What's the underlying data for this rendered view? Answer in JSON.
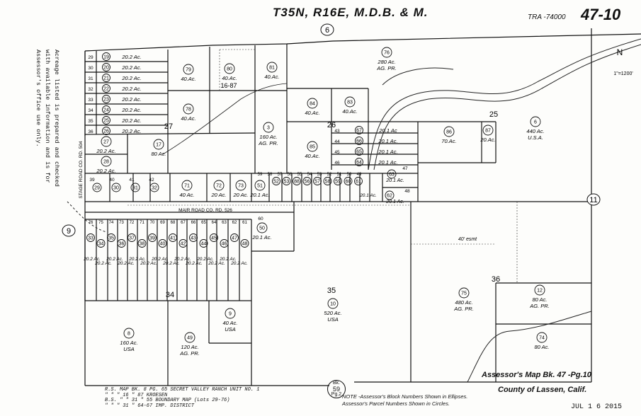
{
  "header": {
    "title": "T35N, R16E, M.D.B. & M.",
    "tra": "TRA -74000",
    "map_number": "47-10"
  },
  "side_note": [
    "Acreage listed is prepared and checked",
    "with available information and is for",
    "Assessor's office use only."
  ],
  "footer": {
    "title": "Assessor's Map Bk. 47 -Pg.10",
    "county": "County of Lassen, Calif.",
    "date": "JUL 1 6 2015",
    "notes": [
      "NOTE -Assessor's Block Numbers Shown in Ellipses.",
      "Assessor's Parcel Numbers Shown in Circles."
    ],
    "refs": [
      "R.S. MAP BK. 8  PG. 65  SECRET VALLEY RANCH UNIT NO. 1",
      "  \"    \"    \" 16   \" 87  KROESEN",
      "B.S.   \"    \" 31   \" 55  BOUNDARY MAP (Lots 29-76)",
      "  \"    \"    \" 31   \" 64-67 IMP. DISTRICT"
    ],
    "book_ref": [
      "Bk.",
      "59",
      "Pg.2"
    ]
  },
  "sections": [
    {
      "label": "6"
    },
    {
      "label": "11"
    },
    {
      "label": "9"
    }
  ],
  "section_numbers": [
    "27",
    "26",
    "25",
    "34",
    "35",
    "36"
  ],
  "road_labels": [
    "STAGE ROAD CO. RD. 504",
    "MAIR ROAD CO. RD. 526",
    "16-87"
  ],
  "parcels_left_col": [
    {
      "row": "29",
      "num": "19",
      "ac": "20.2 Ac."
    },
    {
      "row": "30",
      "num": "20",
      "ac": "20.2 Ac."
    },
    {
      "row": "31",
      "num": "21",
      "ac": "20.2 Ac."
    },
    {
      "row": "32",
      "num": "22",
      "ac": "20.2 Ac."
    },
    {
      "row": "33",
      "num": "23",
      "ac": "20.2 Ac."
    },
    {
      "row": "34",
      "num": "24",
      "ac": "20.2 Ac."
    },
    {
      "row": "35",
      "num": "25",
      "ac": "20.2 Ac."
    },
    {
      "row": "36",
      "num": "26",
      "ac": "20.2 Ac."
    }
  ],
  "parcels_large": [
    {
      "num": "79",
      "ac": "40.Ac."
    },
    {
      "num": "78",
      "ac": "40.Ac."
    },
    {
      "num": "80",
      "ac": "40.Ac."
    },
    {
      "num": "81",
      "ac": "40.Ac."
    },
    {
      "num": "76",
      "ac": "280 Ac.",
      "sub": "AG. PR."
    },
    {
      "num": "84",
      "ac": "40.Ac."
    },
    {
      "num": "83",
      "ac": "40.Ac."
    },
    {
      "num": "3",
      "ac": "160 Ac.",
      "sub": "AG. PR."
    },
    {
      "num": "85",
      "ac": "40.Ac."
    },
    {
      "num": "86",
      "ac": "70.Ac."
    },
    {
      "num": "87",
      "ac": "20.Ac."
    },
    {
      "num": "6",
      "ac": "440 Ac.",
      "sub": "U.S.A."
    },
    {
      "num": "27",
      "ac": "20.2 Ac."
    },
    {
      "num": "28",
      "ac": "20.2 Ac."
    },
    {
      "num": "17",
      "ac": "80 Ac."
    },
    {
      "num": "71",
      "ac": "40 Ac."
    },
    {
      "num": "72",
      "ac": "20 Ac."
    },
    {
      "num": "73",
      "ac": "20 Ac."
    },
    {
      "num": "51",
      "ac": "20.1 Ac."
    },
    {
      "num": "50",
      "ac": "20.1 Ac."
    },
    {
      "num": "62",
      "ac": "20.1 Ac."
    },
    {
      "num": "63",
      "ac": "20.1 Ac."
    },
    {
      "num": "8",
      "ac": "160 Ac.",
      "sub": "USA"
    },
    {
      "num": "49",
      "ac": "120 Ac.",
      "sub": "AG. PR."
    },
    {
      "num": "9",
      "ac": "40 Ac.",
      "sub": "USA"
    },
    {
      "num": "10",
      "ac": "520 Ac.",
      "sub": "USA"
    },
    {
      "num": "75",
      "ac": "480 Ac.",
      "sub": "AG. PR."
    },
    {
      "num": "12",
      "ac": "80 Ac.",
      "sub": "AG. PR."
    },
    {
      "num": "74",
      "ac": "80 Ac."
    }
  ],
  "parcels_right_stack": [
    {
      "lot": "43",
      "num": "67",
      "ac": "20.1 Ac"
    },
    {
      "lot": "44",
      "num": "66",
      "ac": "20.1 Ac."
    },
    {
      "lot": "45",
      "num": "65",
      "ac": "20.1 Ac."
    },
    {
      "lot": "46",
      "num": "64",
      "ac": "20.1 Ac."
    }
  ],
  "small_lots_row1": [
    "29",
    "30",
    "31",
    "32"
  ],
  "small_lots_row1_top": [
    "39",
    "40",
    "41",
    "42"
  ],
  "small_lots_row2_nums": [
    "52",
    "53",
    "88",
    "56",
    "57",
    "58",
    "59",
    "60",
    "61"
  ],
  "small_lots_row2_top": [
    "59",
    "58",
    "57",
    "56",
    "55",
    "54",
    "53",
    "52",
    "51",
    "50",
    "49"
  ],
  "bottom_lot_top": [
    "76",
    "75",
    "74",
    "73",
    "72",
    "71",
    "70",
    "69",
    "68",
    "67",
    "66",
    "65",
    "64",
    "63",
    "62",
    "61"
  ],
  "bottom_lot_nums": [
    "33",
    "34",
    "35",
    "36",
    "37",
    "38",
    "39",
    "40",
    "41",
    "42",
    "43",
    "44",
    "45",
    "46",
    "47",
    "48"
  ],
  "bottom_lot_ac": "20.2 Ac.",
  "misc_labels": {
    "lot47": "47",
    "lot48": "48",
    "lot60": "60",
    "ac201": "20.1 Ac.",
    "road_width": "40' esmt",
    "north": "N",
    "scale": "1\"=1200'"
  }
}
